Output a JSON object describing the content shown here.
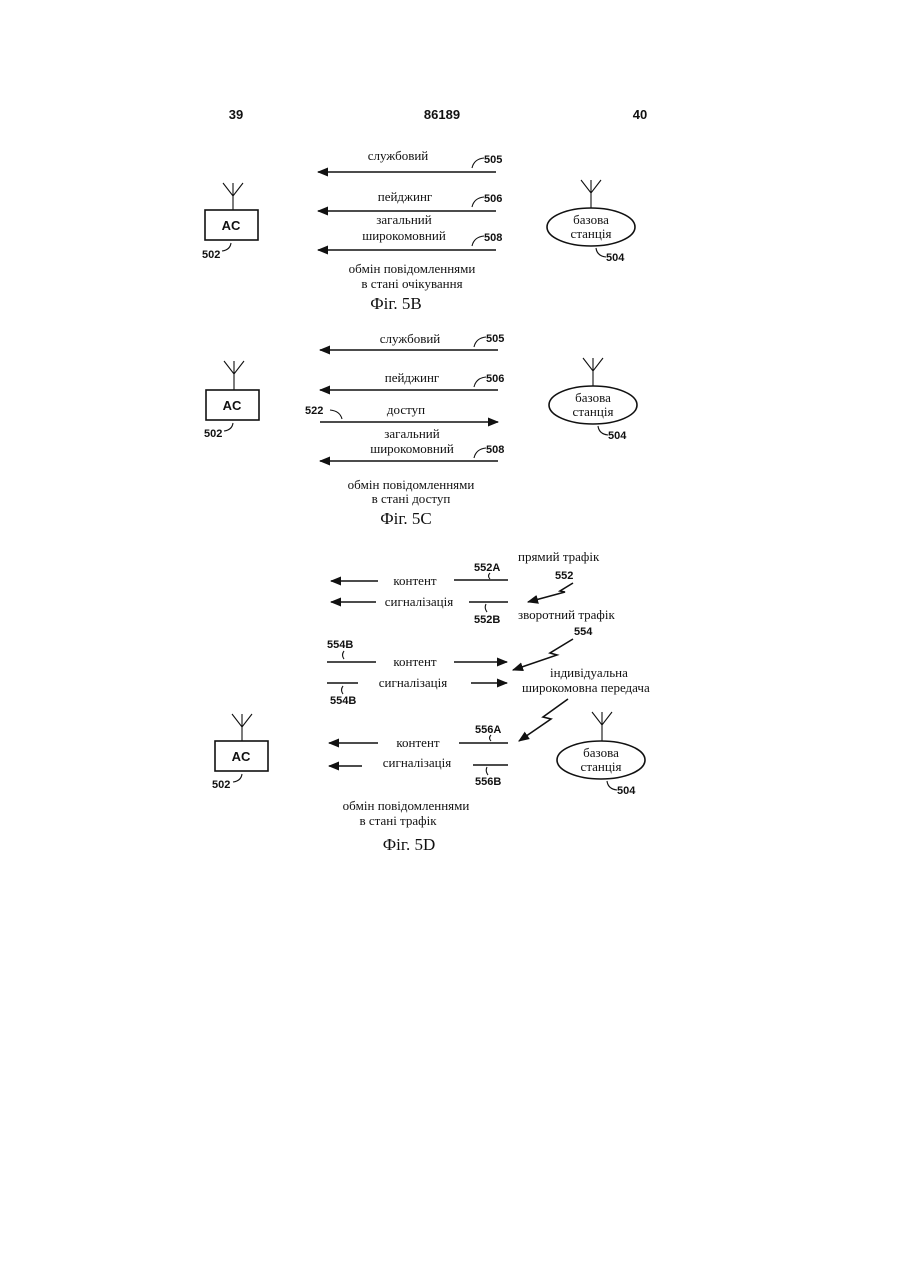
{
  "header": {
    "page_left": "39",
    "doc_number": "86189",
    "page_right": "40"
  },
  "fig5b": {
    "caption": "Фіг. 5B",
    "ms_label": "AC",
    "ms_ref": "502",
    "bs_label_1": "базова",
    "bs_label_2": "станція",
    "bs_ref": "504",
    "ch1": {
      "label": "службовий",
      "ref": "505"
    },
    "ch2": {
      "label": "пейджинг",
      "ref": "506"
    },
    "ch3": {
      "label_1": "загальний",
      "label_2": "широкомовний",
      "ref": "508"
    },
    "desc_1": "обмін повідомленнями",
    "desc_2": "в стані очікування"
  },
  "fig5c": {
    "caption": "Фіг. 5C",
    "ms_label": "AC",
    "ms_ref": "502",
    "bs_label_1": "базова",
    "bs_label_2": "станція",
    "bs_ref": "504",
    "ch1": {
      "label": "службовий",
      "ref": "505"
    },
    "ch2": {
      "label": "пейджинг",
      "ref": "506"
    },
    "ch3": {
      "label": "доступ",
      "ref": "522"
    },
    "ch4": {
      "label_1": "загальний",
      "label_2": "широкомовний",
      "ref": "508"
    },
    "desc_1": "обмін повідомленнями",
    "desc_2": "в стані доступ"
  },
  "fig5d": {
    "caption": "Фіг. 5D",
    "ms_label": "AC",
    "ms_ref": "502",
    "bs_label_1": "базова",
    "bs_label_2": "станція",
    "bs_ref": "504",
    "fwd": {
      "content": "контент",
      "signal": "сигналізація",
      "ref_a": "552A",
      "ref_b": "552B",
      "title": "прямий трафік",
      "ref": "552"
    },
    "rev": {
      "content": "контент",
      "signal": "сигналізація",
      "ref_a": "554B",
      "ref_b": "554B",
      "title": "зворотний трафік",
      "ref": "554"
    },
    "ind": {
      "content": "контент",
      "signal": "сигналізація",
      "ref_a": "556A",
      "ref_b": "556B",
      "title_1": "індивідуальна",
      "title_2": "широкомовна передача"
    },
    "desc_1": "обмін повідомленнями",
    "desc_2": "в стані трафік"
  }
}
